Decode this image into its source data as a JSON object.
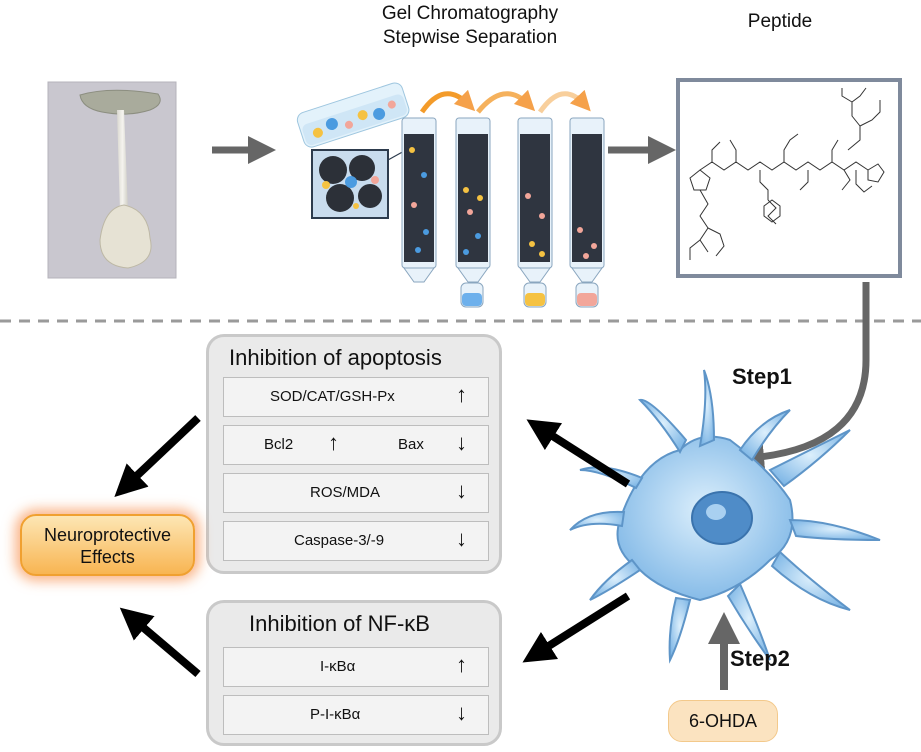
{
  "top": {
    "gel_title_line1": "Gel Chromatography",
    "gel_title_line2": "Stepwise Separation",
    "peptide_title": "Peptide"
  },
  "steps": {
    "step1": "Step1",
    "step2": "Step2"
  },
  "apoptosis": {
    "title": "Inhibition of apoptosis",
    "rows": [
      {
        "label": "SOD/CAT/GSH-Px",
        "direction": "up"
      },
      {
        "label_left": "Bcl2",
        "left_direction": "up",
        "label_right": "Bax",
        "direction": "down"
      },
      {
        "label": "ROS/MDA",
        "direction": "down"
      },
      {
        "label": "Caspase-3/-9",
        "direction": "down"
      }
    ]
  },
  "nfkb": {
    "title": "Inhibition of NF-κB",
    "rows": [
      {
        "label": "I-κBα",
        "direction": "up"
      },
      {
        "label": "P-I-κBα",
        "direction": "down"
      }
    ]
  },
  "outcome": {
    "line1": "Neuroprotective",
    "line2": "Effects"
  },
  "inducer": "6-OHDA",
  "colors": {
    "arrow_gray": "#666666",
    "frame": "#7f8a9c",
    "glow": "#f67828",
    "neuron": "#9fcbee"
  }
}
